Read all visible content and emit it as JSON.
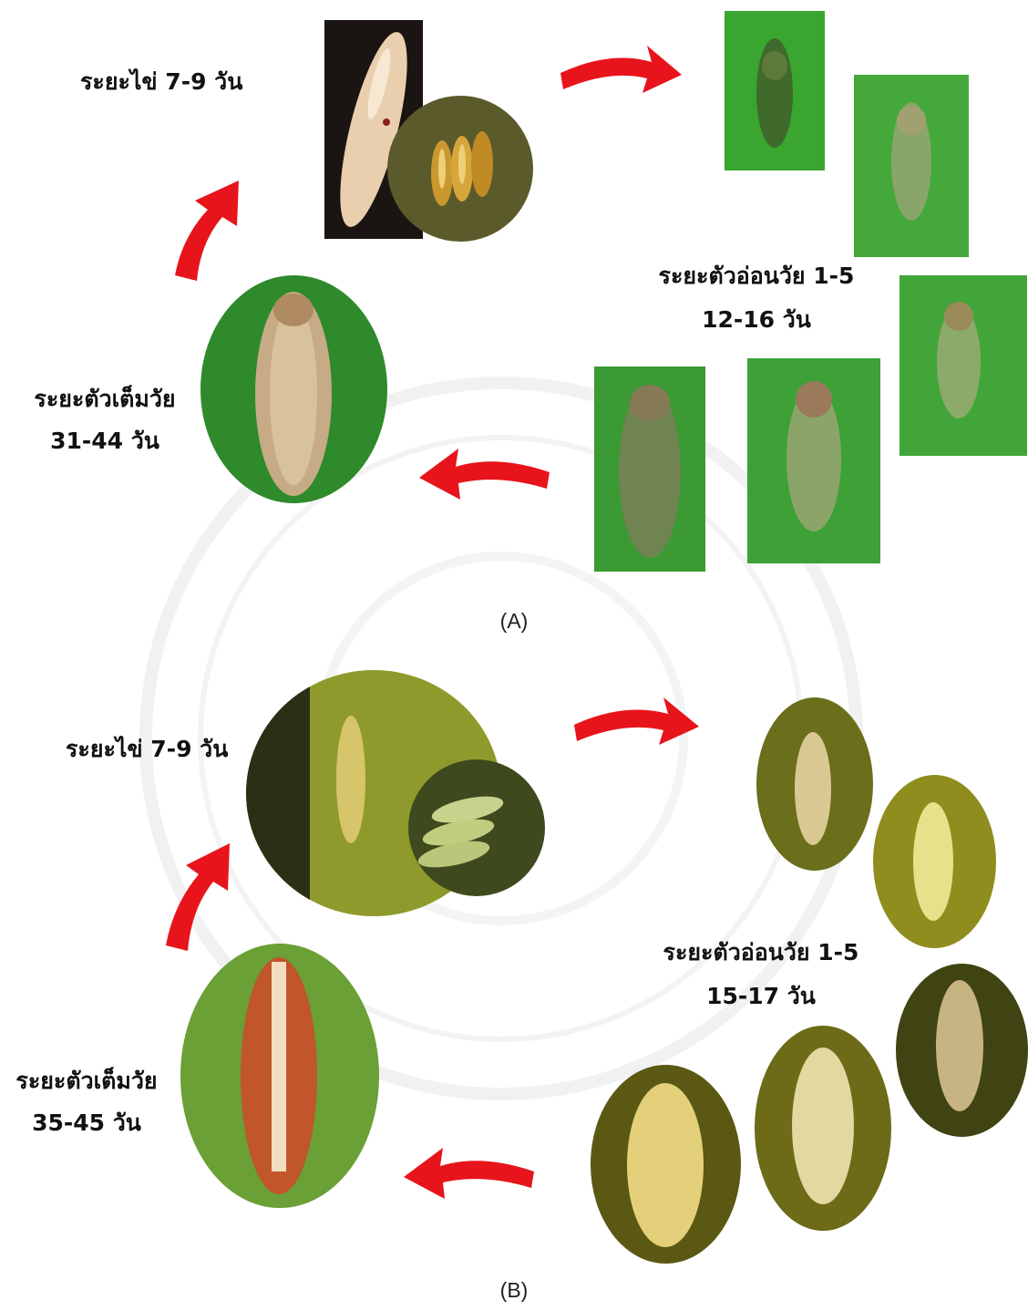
{
  "panel_a": {
    "egg_stage": "ระยะไข่ 7-9 วัน",
    "nymph_stage_line1": "ระยะตัวอ่อนวัย 1-5",
    "nymph_stage_line2": "12-16 วัน",
    "adult_stage_line1": "ระยะตัวเต็มวัย",
    "adult_stage_line2": "31-44 วัน",
    "caption": "(A)"
  },
  "panel_b": {
    "egg_stage": "ระยะไข่ 7-9 วัน",
    "nymph_stage_line1": "ระยะตัวอ่อนวัย 1-5",
    "nymph_stage_line2": "15-17 วัน",
    "adult_stage_line1": "ระยะตัวเต็มวัย",
    "adult_stage_line2": "35-45 วัน",
    "caption": "(B)"
  },
  "colors": {
    "arrow": "#e8141b",
    "leaf_green": "#2f9a2a",
    "leaf_yellow": "#8c8a1a"
  }
}
